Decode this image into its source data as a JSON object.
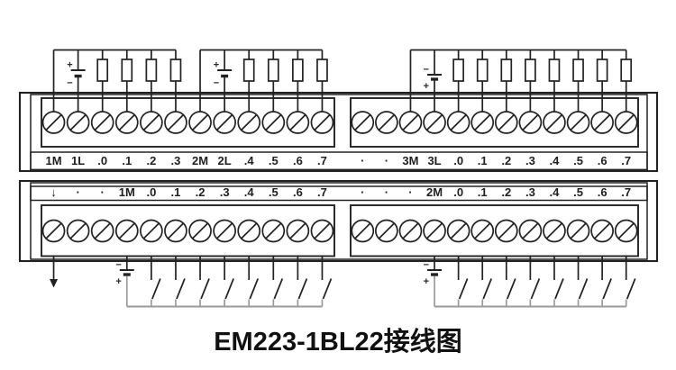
{
  "title": "EM223-1BL22接线图",
  "colors": {
    "line": "#222222",
    "rail": "#9a9a9a",
    "background": "#ffffff"
  },
  "symbols": {
    "plus": "+",
    "minus": "−",
    "dot": "·",
    "ground_arrow": "↓"
  },
  "top_module": {
    "blocks": [
      {
        "name": "top-left-terminal-block",
        "labels": [
          "1M",
          "1L",
          ".0",
          ".1",
          ".2",
          ".3",
          "2M",
          "2L",
          ".4",
          ".5",
          ".6",
          ".7"
        ],
        "wiring_groups": [
          {
            "span": [
              0,
              5
            ],
            "plain": [
              0
            ],
            "battery": {
              "index": 1,
              "orientation": "plus-top"
            },
            "resistors": [
              2,
              3,
              4,
              5
            ]
          },
          {
            "span": [
              6,
              11
            ],
            "plain": [
              6
            ],
            "battery": {
              "index": 7,
              "orientation": "plus-top"
            },
            "resistors": [
              8,
              9,
              10,
              11
            ]
          }
        ]
      },
      {
        "name": "top-right-terminal-block",
        "labels": [
          "·",
          "·",
          "3M",
          "3L",
          ".0",
          ".1",
          ".2",
          ".3",
          ".4",
          ".5",
          ".6",
          ".7"
        ],
        "wiring_groups": [
          {
            "span": [
              2,
              11
            ],
            "plain": [
              2
            ],
            "battery": {
              "index": 3,
              "orientation": "minus-top"
            },
            "resistors": [
              4,
              5,
              6,
              7,
              8,
              9,
              10,
              11
            ]
          }
        ]
      }
    ]
  },
  "bottom_module": {
    "blocks": [
      {
        "name": "bottom-left-terminal-block",
        "labels": [
          "↓",
          "·",
          "·",
          "1M",
          ".0",
          ".1",
          ".2",
          ".3",
          ".4",
          ".5",
          ".6",
          ".7"
        ],
        "ground_index": 0,
        "battery": {
          "index": 3,
          "orientation": "minus-top"
        },
        "switches": [
          4,
          5,
          6,
          7,
          8,
          9,
          10,
          11
        ]
      },
      {
        "name": "bottom-right-terminal-block",
        "labels": [
          "·",
          "·",
          "·",
          "2M",
          ".0",
          ".1",
          ".2",
          ".3",
          ".4",
          ".5",
          ".6",
          ".7"
        ],
        "battery": {
          "index": 3,
          "orientation": "minus-top"
        },
        "switches": [
          4,
          5,
          6,
          7,
          8,
          9,
          10,
          11
        ]
      }
    ]
  }
}
